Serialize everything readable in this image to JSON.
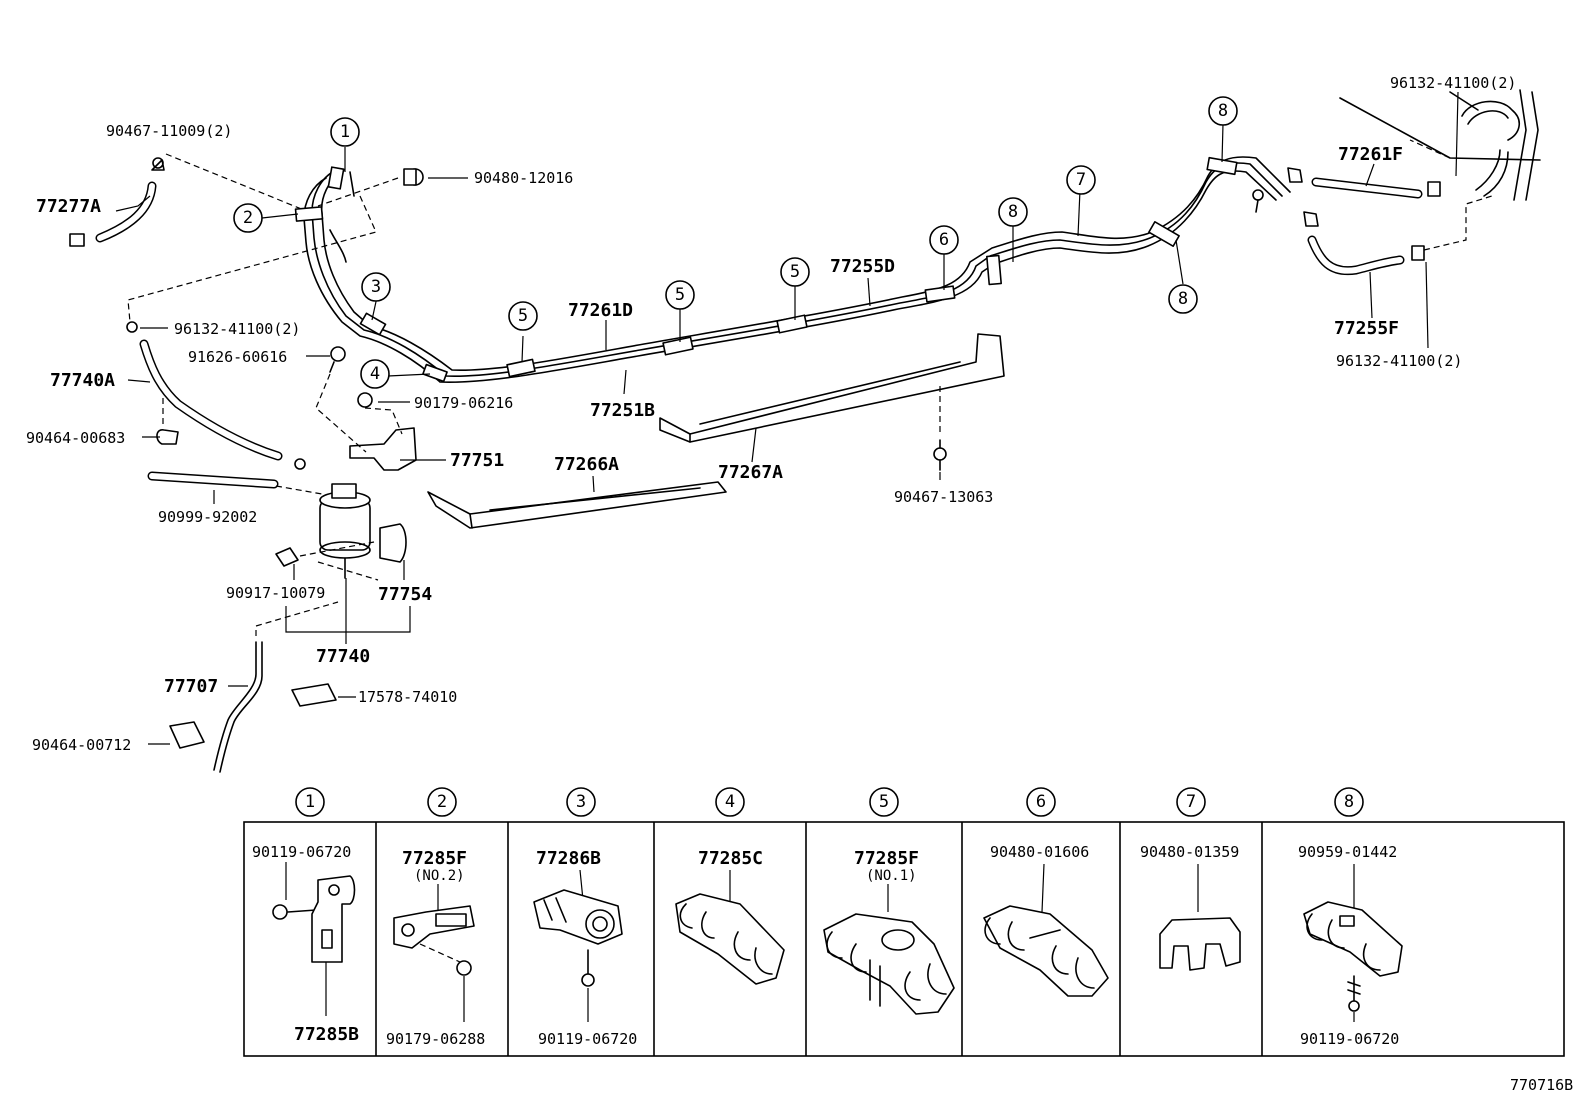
{
  "diagram": {
    "id_code": "770716B",
    "labels": {
      "l_90467_11009": "90467-11009(2)",
      "l_77277A": "77277A",
      "l_90480_12016": "90480-12016",
      "l_96132_41100_left": "96132-41100(2)",
      "l_91626_60616": "91626-60616",
      "l_77740A": "77740A",
      "l_90179_06216": "90179-06216",
      "l_90464_00683": "90464-00683",
      "l_77751": "77751",
      "l_90999_92002": "90999-92002",
      "l_90917_10079": "90917-10079",
      "l_77754": "77754",
      "l_77740": "77740",
      "l_77707": "77707",
      "l_17578_74010": "17578-74010",
      "l_90464_00712": "90464-00712",
      "l_77261D": "77261D",
      "l_77251B": "77251B",
      "l_77255D": "77255D",
      "l_77266A": "77266A",
      "l_77267A": "77267A",
      "l_90467_13063": "90467-13063",
      "l_96132_41100_top": "96132-41100(2)",
      "l_77261F": "77261F",
      "l_77255F": "77255F",
      "l_96132_41100_right": "96132-41100(2)"
    },
    "callouts": [
      "1",
      "2",
      "3",
      "4",
      "5",
      "6",
      "7",
      "8"
    ],
    "detail_panels": [
      {
        "num": "1",
        "part_top": "90119-06720",
        "sub": "",
        "part_bottom": "77285B"
      },
      {
        "num": "2",
        "part_top": "77285F",
        "sub": "(NO.2)",
        "part_bottom": "90179-06288"
      },
      {
        "num": "3",
        "part_top": "77286B",
        "sub": "",
        "part_bottom": "90119-06720"
      },
      {
        "num": "4",
        "part_top": "77285C",
        "sub": "",
        "part_bottom": ""
      },
      {
        "num": "5",
        "part_top": "77285F",
        "sub": "(NO.1)",
        "part_bottom": ""
      },
      {
        "num": "6",
        "part_top": "90480-01606",
        "sub": "",
        "part_bottom": ""
      },
      {
        "num": "7",
        "part_top": "90480-01359",
        "sub": "",
        "part_bottom": ""
      },
      {
        "num": "8",
        "part_top": "90959-01442",
        "sub": "",
        "part_bottom": "90119-06720"
      }
    ]
  }
}
